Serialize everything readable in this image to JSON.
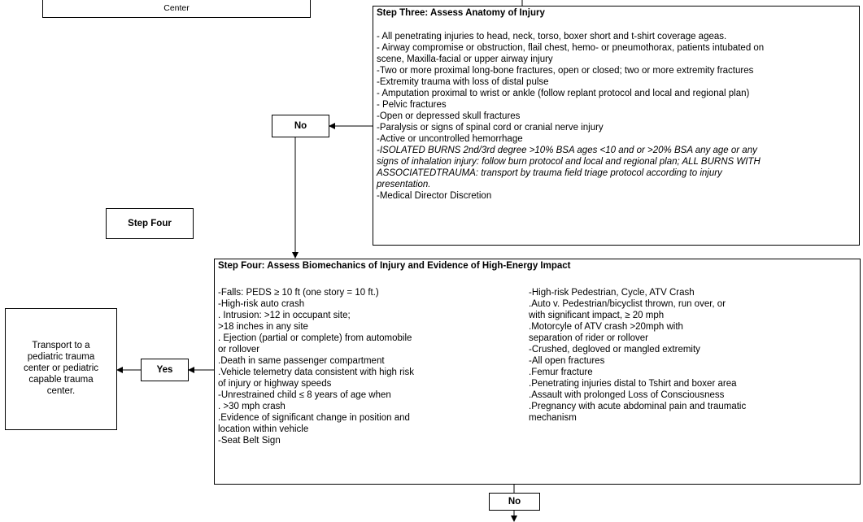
{
  "top_left_box": {
    "text": "Center"
  },
  "step_three": {
    "title": "Step Three: Assess Anatomy of Injury",
    "lines": [
      "- All penetrating injuries to head, neck, torso, boxer short and t-shirt coverage ageas.",
      "- Airway compromise or obstruction, flail chest, hemo- or pneumothorax, patients intubated on",
      "scene, Maxilla-facial or upper airway injury",
      "-Two or more proximal long-bone fractures, open or closed; two or more extremity fractures",
      "-Extremity trauma with loss of distal pulse",
      "- Amputation proximal to wrist or ankle (follow replant protocol and local and regional plan)",
      "- Pelvic fractures",
      "-Open or depressed skull fractures",
      "-Paralysis or signs of spinal cord or cranial nerve injury",
      "-Active or uncontrolled hemorrhage"
    ],
    "italic_lines": [
      "-ISOLATED BURNS 2nd/3rd degree >10% BSA ages <10 and or >20% BSA any age or any",
      "signs of inhalation injury: follow burn protocol and local and regional plan; ALL BURNS WITH",
      "ASSOCIATEDTRAUMA: transport by trauma field triage protocol according to injury",
      "presentation."
    ],
    "last_line": "-Medical Director Discretion"
  },
  "no_box_1": {
    "label": "No"
  },
  "step_four_label": {
    "label": "Step Four"
  },
  "step_four": {
    "title": "Step Four: Assess Biomechanics of Injury and Evidence of High-Energy Impact",
    "left_lines": [
      "-Falls: PEDS ≥ 10 ft (one story = 10 ft.)",
      "-High-risk auto crash",
      "  . Intrusion: >12 in occupant site;",
      "    >18 inches in any site",
      "  . Ejection (partial or complete) from automobile",
      "    or rollover",
      "  .Death in same passenger compartment",
      "  .Vehicle telemetry data consistent with high risk",
      "   of injury or highway speeds",
      "-Unrestrained child ≤ 8 years of age when",
      "   . >30 mph crash",
      "   .Evidence of significant change in position and",
      "    location within vehicle",
      "-Seat Belt Sign"
    ],
    "right_lines": [
      "-High-risk Pedestrian, Cycle, ATV Crash",
      "  .Auto v. Pedestrian/bicyclist thrown, run over, or",
      "   with significant impact, ≥ 20 mph",
      "  .Motorcyle of ATV crash >20mph with",
      "   separation of rider or rollover",
      "-Crushed, degloved or mangled extremity",
      "-All open fractures",
      "  .Femur fracture",
      "  .Penetrating injuries distal to Tshirt and boxer area",
      "  .Assault with prolonged Loss of Consciousness",
      "  .Pregnancy with acute abdominal pain and traumatic",
      "   mechanism"
    ]
  },
  "yes_box": {
    "label": "Yes"
  },
  "transport_box": {
    "lines": [
      "Transport to a",
      "pediatric trauma",
      "center or pediatric",
      "capable trauma",
      "center."
    ]
  },
  "no_box_2": {
    "label": "No"
  }
}
